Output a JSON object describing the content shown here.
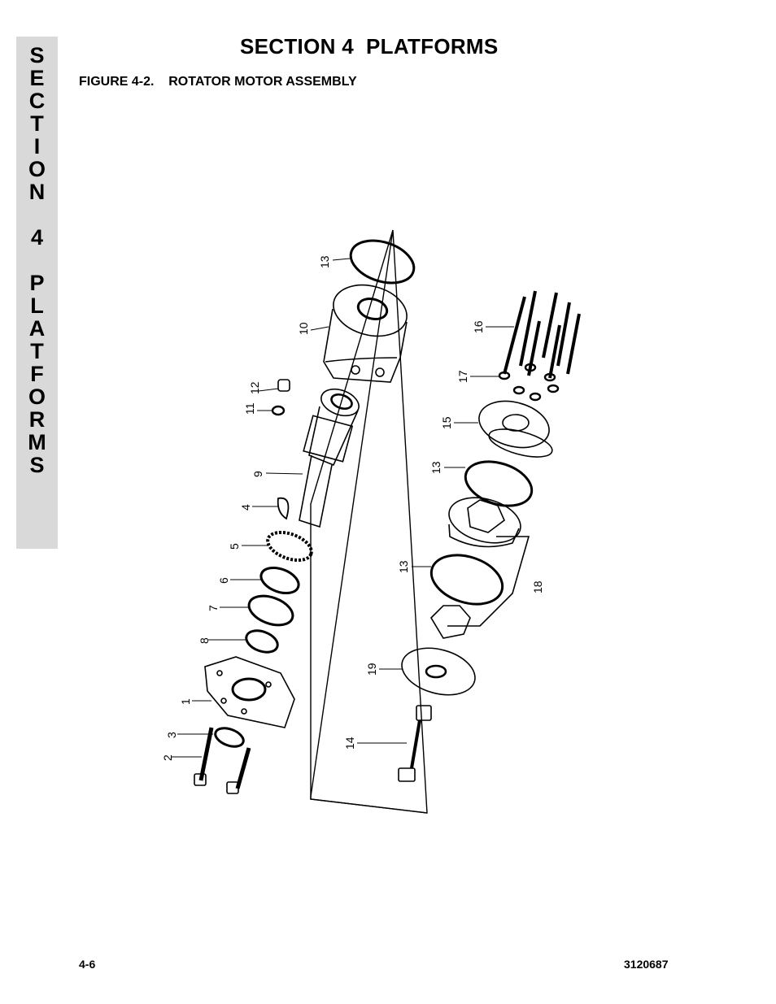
{
  "section_tab": {
    "letters": [
      "S",
      "E",
      "C",
      "T",
      "I",
      "O",
      "N",
      "4",
      "P",
      "L",
      "A",
      "T",
      "F",
      "O",
      "R",
      "M",
      "S"
    ]
  },
  "header": {
    "title": "SECTION 4  PLATFORMS",
    "figure_caption": "FIGURE 4-2.    ROTATOR MOTOR ASSEMBLY"
  },
  "diagram": {
    "callouts": [
      "13",
      "10",
      "12",
      "11",
      "9",
      "4",
      "5",
      "6",
      "7",
      "8",
      "1",
      "3",
      "2",
      "16",
      "17",
      "15",
      "13",
      "13",
      "18",
      "19",
      "14"
    ]
  },
  "footer": {
    "page_number": "4-6",
    "document_number": "3120687"
  }
}
